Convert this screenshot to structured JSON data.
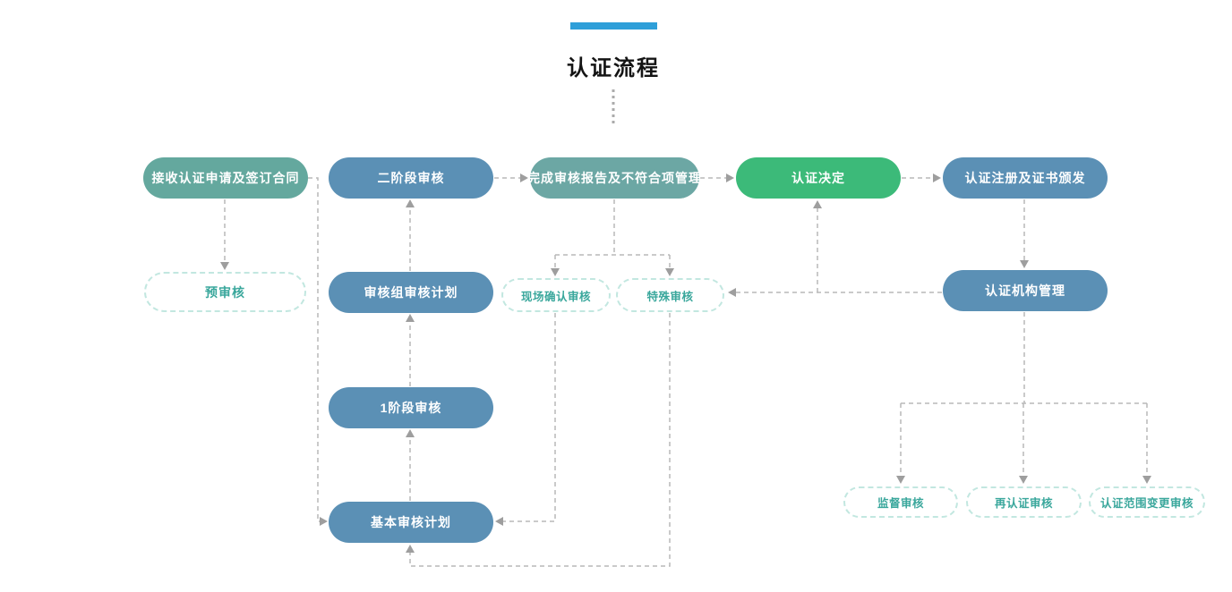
{
  "title": "认证流程",
  "colors": {
    "accent": "#2e9fd9",
    "teal": "#64a89e",
    "muted_teal": "#6ca7a4",
    "blue": "#5b90b5",
    "green": "#3cba79",
    "dashed_border": "#c2e7e0",
    "dashed_text": "#3aa79c",
    "connector": "#b8b8b8",
    "arrow": "#9e9e9e"
  },
  "nodes": {
    "receive_application": {
      "label": "接收认证申请及签订合同"
    },
    "stage2_audit": {
      "label": "二阶段审核"
    },
    "audit_report": {
      "label": "完成审核报告及不符合项管理"
    },
    "certification_decision": {
      "label": "认证决定"
    },
    "registration_certificate": {
      "label": "认证注册及证书颁发"
    },
    "pre_audit": {
      "label": "预审核"
    },
    "audit_team_plan": {
      "label": "审核组审核计划"
    },
    "onsite_confirm_audit": {
      "label": "现场确认审核"
    },
    "special_audit": {
      "label": "特殊审核"
    },
    "cb_management": {
      "label": "认证机构管理"
    },
    "stage1_audit": {
      "label": "1阶段审核"
    },
    "basic_audit_plan": {
      "label": "基本审核计划"
    },
    "surveillance_audit": {
      "label": "监督审核"
    },
    "recertification_audit": {
      "label": "再认证审核"
    },
    "scope_change_audit": {
      "label": "认证范围变更审核"
    }
  }
}
